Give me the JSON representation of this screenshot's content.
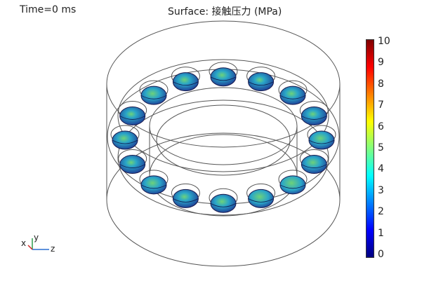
{
  "header": {
    "time_label": "Time=0 ms",
    "title": "Surface: 接触压力 (MPa)"
  },
  "colorbar": {
    "min": 0,
    "max": 10,
    "ticks": [
      "10",
      "9",
      "8",
      "7",
      "6",
      "5",
      "4",
      "3",
      "2",
      "1",
      "0"
    ],
    "colormap": [
      "#00007f",
      "#0000ff",
      "#007fff",
      "#00ffff",
      "#7fff7f",
      "#ffff00",
      "#ff7f00",
      "#ff0000",
      "#7f0000"
    ]
  },
  "axis_triad": {
    "x": "x",
    "y": "y",
    "z": "z"
  },
  "colors": {
    "wire": "#555555",
    "ball_edge": "#1a1a4d",
    "ball_low": "#1c2a8c",
    "ball_mid": "#2aa6c8",
    "ball_high": "#6dd27a"
  },
  "balls": [
    {
      "level": 0.33
    },
    {
      "level": 0.28
    },
    {
      "level": 0.35
    },
    {
      "level": 0.3
    },
    {
      "level": 0.45
    },
    {
      "level": 0.4
    },
    {
      "level": 0.55
    },
    {
      "level": 0.5
    },
    {
      "level": 0.38
    },
    {
      "level": 0.32
    },
    {
      "level": 0.42
    },
    {
      "level": 0.3
    },
    {
      "level": 0.36
    },
    {
      "level": 0.29
    },
    {
      "level": 0.4
    },
    {
      "level": 0.34
    }
  ]
}
